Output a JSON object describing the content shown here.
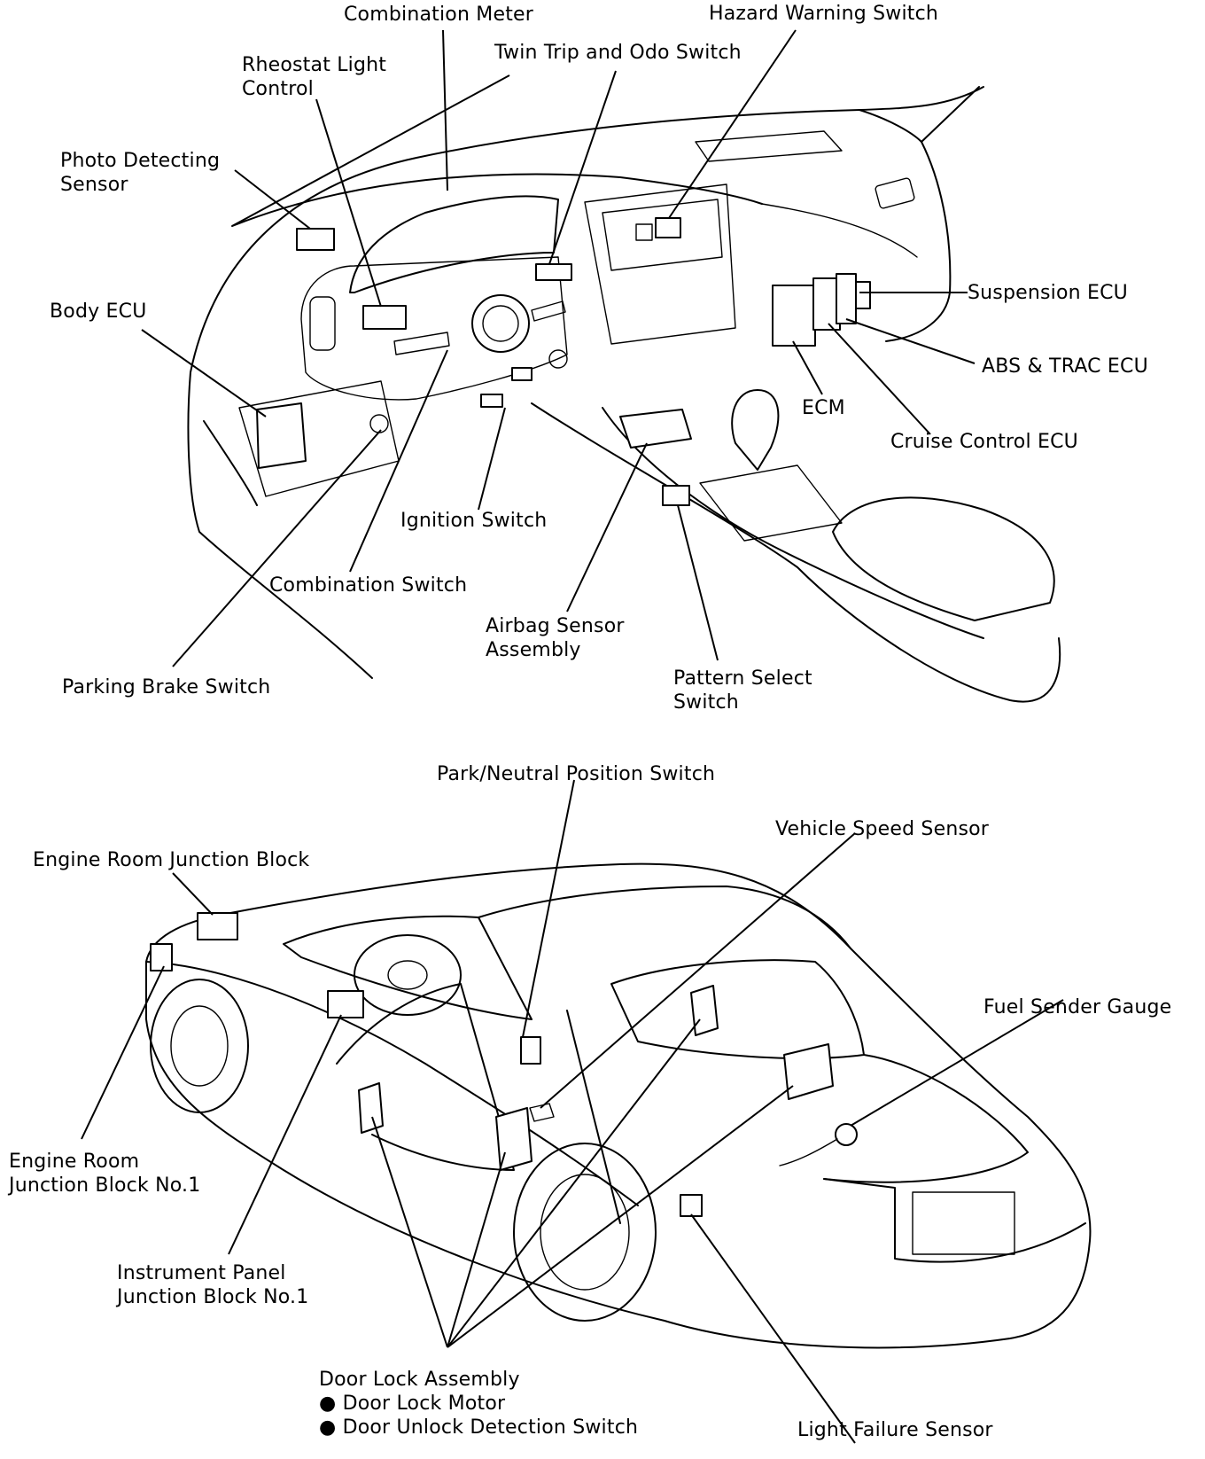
{
  "figure": {
    "top_view": "instrument-panel",
    "bottom_view": "vehicle-exterior"
  },
  "labels": {
    "combination_meter": "Combination Meter",
    "hazard_warning_switch": "Hazard Warning Switch",
    "rheostat_light_control_1": "Rheostat Light",
    "rheostat_light_control_2": "Control",
    "twin_trip_odo_switch": "Twin Trip and Odo Switch",
    "photo_detecting_sensor_1": "Photo Detecting",
    "photo_detecting_sensor_2": "Sensor",
    "body_ecu": "Body ECU",
    "suspension_ecu": "Suspension ECU",
    "abs_trac_ecu": "ABS & TRAC ECU",
    "ecm": "ECM",
    "cruise_control_ecu": "Cruise Control ECU",
    "ignition_switch": "Ignition Switch",
    "combination_switch": "Combination Switch",
    "airbag_sensor_1": "Airbag Sensor",
    "airbag_sensor_2": "Assembly",
    "parking_brake_switch": "Parking Brake Switch",
    "pattern_select_1": "Pattern Select",
    "pattern_select_2": "Switch",
    "park_neutral_switch": "Park/Neutral Position Switch",
    "vehicle_speed_sensor": "Vehicle Speed Sensor",
    "engine_room_jb": "Engine Room Junction Block",
    "fuel_sender_gauge": "Fuel Sender Gauge",
    "engine_room_jb1_1": "Engine Room",
    "engine_room_jb1_2": "Junction Block No.1",
    "ip_jb1_1": "Instrument Panel",
    "ip_jb1_2": "Junction Block No.1",
    "door_lock_assembly": "Door Lock Assembly",
    "door_lock_motor": "● Door Lock Motor",
    "door_unlock_switch": "● Door Unlock Detection Switch",
    "light_failure_sensor": "Light Failure Sensor"
  }
}
